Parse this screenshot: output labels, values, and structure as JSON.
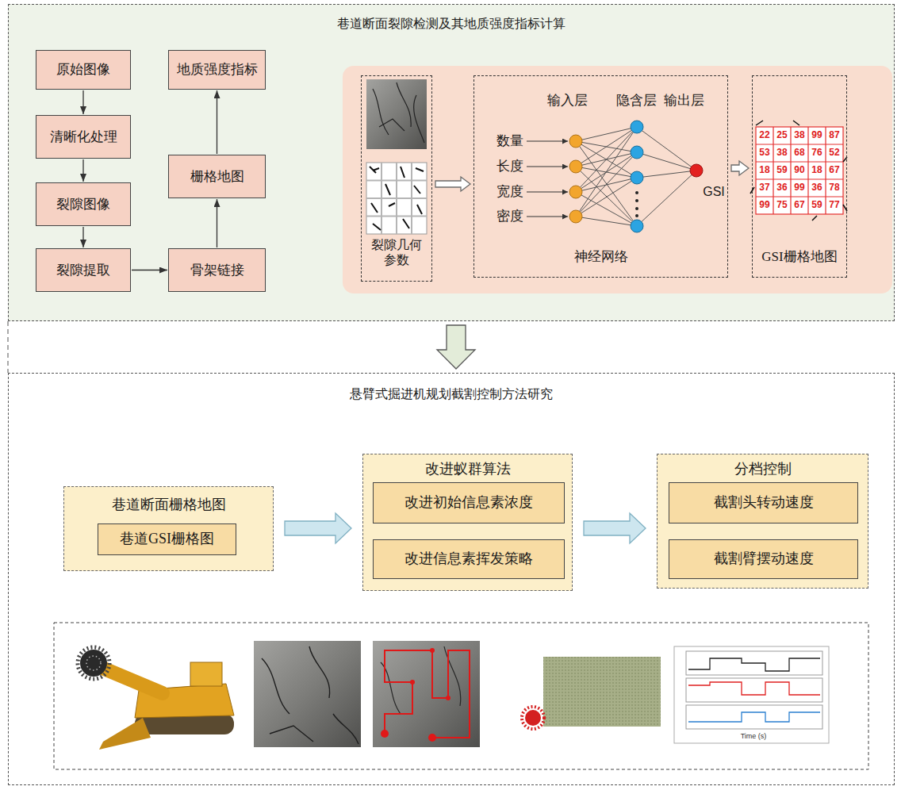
{
  "diagram": {
    "nodes": [
      {
        "text": [
          "巷道断面裂隙检测及其地质强度指标计算"
        ]
      },
      {
        "text": [
          "原始图像"
        ],
        "in": 0
      },
      {
        "text": [
          "清晰化处理"
        ],
        "in": 0
      },
      {
        "text": [
          "裂隙图像"
        ],
        "in": 0
      },
      {
        "text": [
          "裂隙提取"
        ],
        "in": 0
      },
      {
        "text": [
          "骨架链接"
        ],
        "in": 0
      },
      {
        "text": [
          "栅格地图"
        ],
        "in": 0
      },
      {
        "text": [
          "地质强度指标"
        ],
        "in": 0
      },
      {
        "text": [
          "裂隙几何参数"
        ],
        "in": 0
      },
      {
        "text": [
          "神经网络"
        ],
        "in": 0
      },
      {
        "text": [
          "GSI栅格地图"
        ],
        "in": 0
      },
      {
        "text": [
          "悬臂式掘进机规划截割控制方法研究"
        ]
      },
      {
        "text": [
          "巷道断面栅格地图"
        ],
        "in": 11
      },
      {
        "text": [
          "巷道GSI栅格图"
        ],
        "in": 12
      },
      {
        "text": [
          "改进蚁群算法"
        ],
        "in": 11
      },
      {
        "text": [
          "改进初始信息素浓度"
        ],
        "in": 14
      },
      {
        "text": [
          "改进信息素挥发策略"
        ],
        "in": 14
      },
      {
        "text": [
          "分档控制"
        ],
        "in": 11
      },
      {
        "text": [
          "截割头转动速度"
        ],
        "in": 17
      },
      {
        "text": [
          "截割臂摆动速度"
        ],
        "in": 17
      }
    ],
    "edges": [
      {
        "from": 1,
        "to": 2,
        "arrow": "to"
      },
      {
        "from": 2,
        "to": 3,
        "arrow": "to"
      },
      {
        "from": 3,
        "to": 4,
        "arrow": "to"
      },
      {
        "from": 4,
        "to": 5,
        "arrow": "to"
      },
      {
        "from": 5,
        "to": 6,
        "arrow": "to"
      },
      {
        "from": 6,
        "to": 7,
        "arrow": "to"
      },
      {
        "from": 8,
        "to": 9,
        "arrow": "to"
      },
      {
        "from": 9,
        "to": 10,
        "arrow": "to"
      },
      {
        "from": 0,
        "to": 11,
        "arrow": "to"
      },
      {
        "from": 12,
        "to": 14,
        "arrow": "to"
      },
      {
        "from": 14,
        "to": 17,
        "arrow": "to"
      }
    ],
    "labels": [
      "输入层",
      "隐含层",
      "输出层",
      "数量",
      "长度",
      "宽度",
      "密度",
      "GSI",
      "22",
      "25",
      "38",
      "99",
      "87",
      "53",
      "38",
      "68",
      "76",
      "52",
      "18",
      "59",
      "90",
      "18",
      "67",
      "37",
      "36",
      "99",
      "36",
      "78",
      "99",
      "75",
      "67",
      "59",
      "77",
      "Time (s)"
    ]
  }
}
